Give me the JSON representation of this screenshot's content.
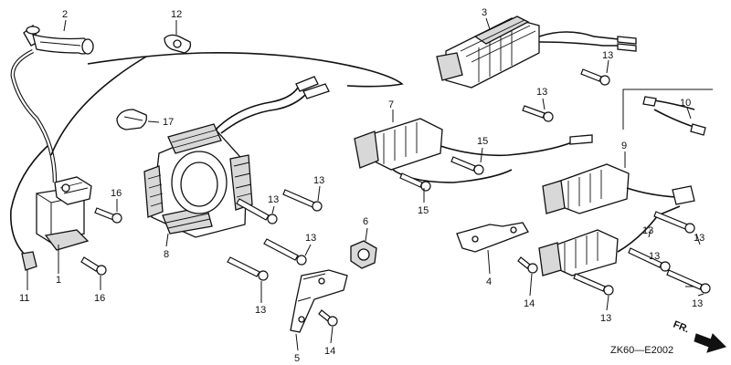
{
  "diagram": {
    "code": "ZK60—E2002",
    "direction_label": "FR.",
    "callouts": [
      {
        "id": "c2",
        "text": "2"
      },
      {
        "id": "c12",
        "text": "12"
      },
      {
        "id": "c3",
        "text": "3"
      },
      {
        "id": "c13a",
        "text": "13"
      },
      {
        "id": "c13b",
        "text": "13"
      },
      {
        "id": "c10",
        "text": "10"
      },
      {
        "id": "c17",
        "text": "17"
      },
      {
        "id": "c7",
        "text": "7"
      },
      {
        "id": "c15a",
        "text": "15"
      },
      {
        "id": "c15b",
        "text": "15"
      },
      {
        "id": "c9",
        "text": "9"
      },
      {
        "id": "c16a",
        "text": "16"
      },
      {
        "id": "c13c",
        "text": "13"
      },
      {
        "id": "c13d",
        "text": "13"
      },
      {
        "id": "c6",
        "text": "6"
      },
      {
        "id": "c8",
        "text": "8"
      },
      {
        "id": "c13e",
        "text": "13"
      },
      {
        "id": "c4",
        "text": "4"
      },
      {
        "id": "c13f",
        "text": "13"
      },
      {
        "id": "c13g",
        "text": "13"
      },
      {
        "id": "c13h",
        "text": "13"
      },
      {
        "id": "c1",
        "text": "1"
      },
      {
        "id": "c16b",
        "text": "16"
      },
      {
        "id": "c11",
        "text": "11"
      },
      {
        "id": "c13i",
        "text": "13"
      },
      {
        "id": "c14a",
        "text": "14"
      },
      {
        "id": "c13j",
        "text": "13"
      },
      {
        "id": "c13k",
        "text": "13"
      },
      {
        "id": "c5",
        "text": "5"
      },
      {
        "id": "c14b",
        "text": "14"
      }
    ]
  }
}
